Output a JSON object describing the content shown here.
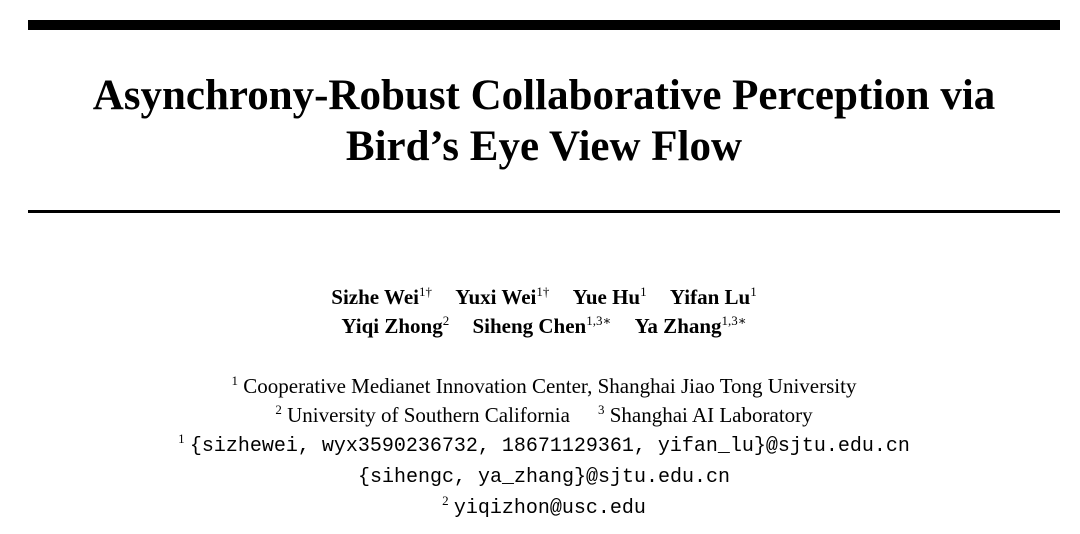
{
  "title": {
    "line1": "Asynchrony-Robust Collaborative Perception via",
    "line2": "Bird’s Eye View Flow"
  },
  "authors": {
    "line1": [
      {
        "name": "Sizhe Wei",
        "marks": "1†"
      },
      {
        "name": "Yuxi Wei",
        "marks": "1†"
      },
      {
        "name": "Yue Hu",
        "marks": "1"
      },
      {
        "name": "Yifan Lu",
        "marks": "1"
      }
    ],
    "line2": [
      {
        "name": "Yiqi Zhong",
        "marks": "2"
      },
      {
        "name": "Siheng Chen",
        "marks": "1,3∗"
      },
      {
        "name": "Ya Zhang",
        "marks": "1,3∗"
      }
    ]
  },
  "affiliations": {
    "a1": {
      "marker": "1",
      "text": "Cooperative Medianet Innovation Center, Shanghai Jiao Tong University"
    },
    "a2": {
      "marker": "2",
      "text": "University of Southern California"
    },
    "a3": {
      "marker": "3",
      "text": "Shanghai AI Laboratory"
    }
  },
  "emails": {
    "e1": {
      "marker": "1",
      "text": "{sizhewei, wyx3590236732, 18671129361, yifan_lu}@sjtu.edu.cn"
    },
    "e2": {
      "text": "{sihengc, ya_zhang}@sjtu.edu.cn"
    },
    "e3": {
      "marker": "2",
      "text": "yiqizhon@usc.edu"
    }
  }
}
